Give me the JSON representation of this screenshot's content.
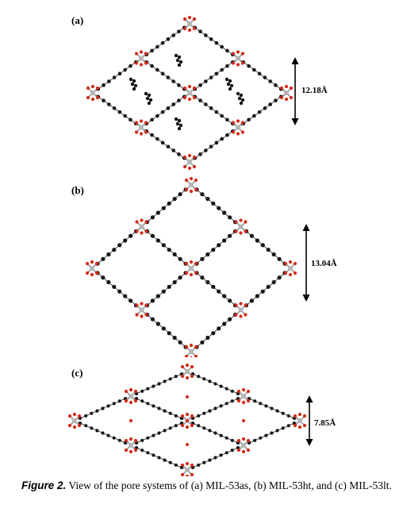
{
  "panels": [
    {
      "label": "(a)",
      "distance": "12.18Å"
    },
    {
      "label": "(b)",
      "distance": "13.04Å"
    },
    {
      "label": "(c)",
      "distance": "7.85Å"
    }
  ],
  "caption": {
    "figure_label": "Figure 2.",
    "text": " View of the pore systems of (a) MIL-53as, (b) MIL-53ht, and (c) MIL-53lt."
  }
}
